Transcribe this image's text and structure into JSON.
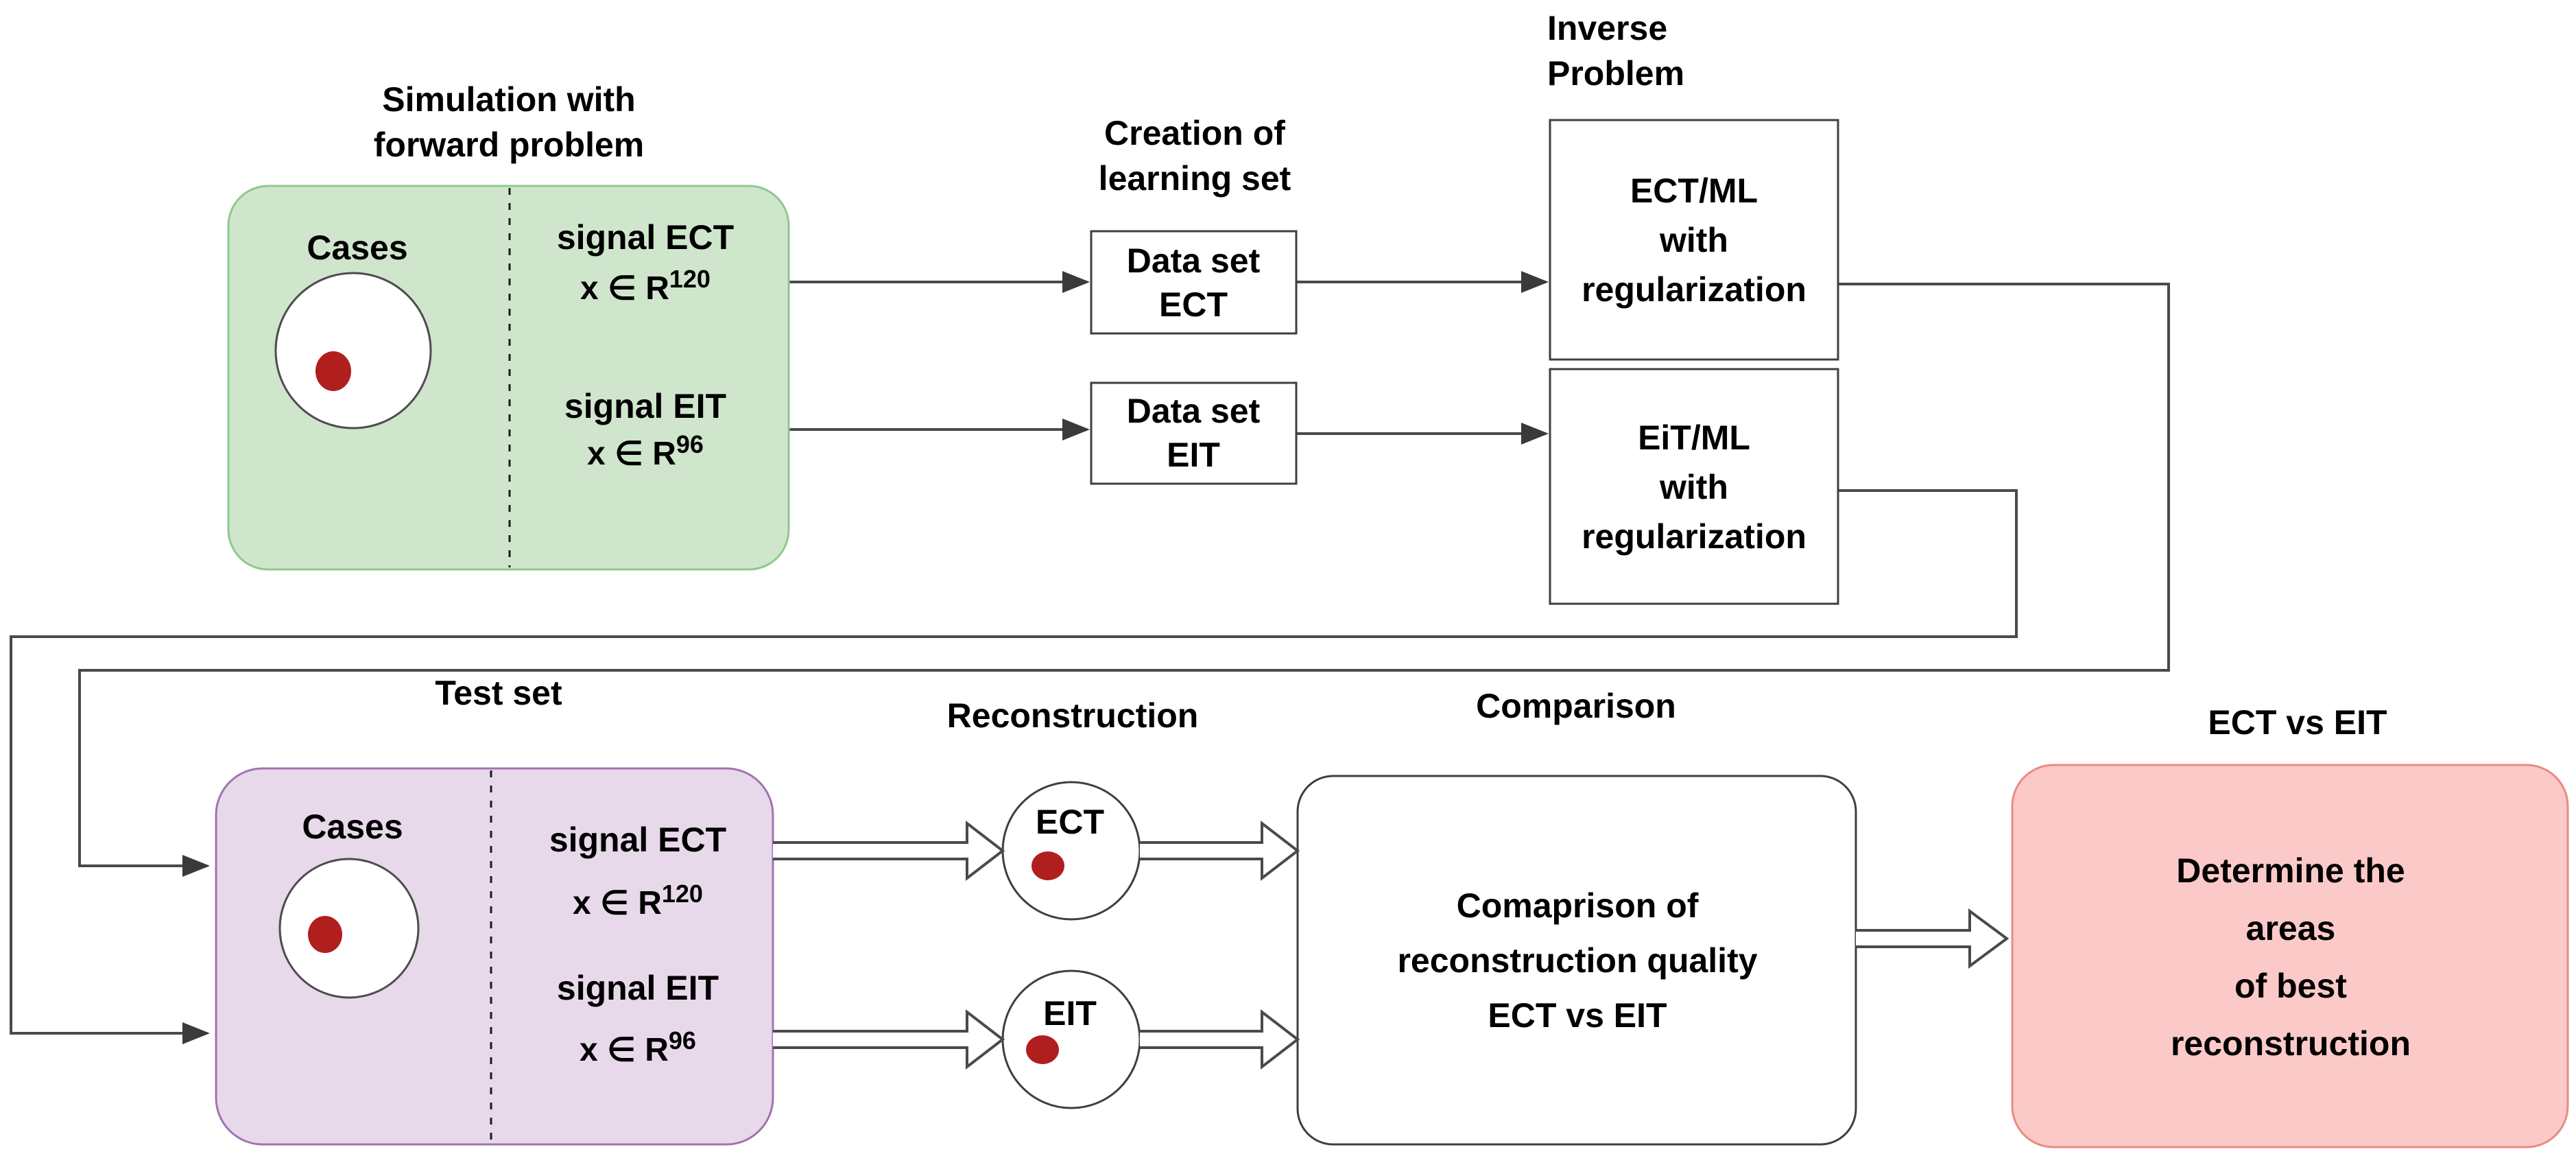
{
  "colors": {
    "green_fill": "#cfe6cc",
    "green_border": "#8fc98b",
    "purple_fill": "#e7d9ea",
    "purple_border": "#a273b0",
    "pink_fill": "#fbcac8",
    "pink_border": "#e98b82",
    "blob_red": "#b01e1e"
  },
  "top": {
    "simulation_title": "Simulation with\nforward problem",
    "creation_title": "Creation of\nlearning set",
    "inverse_title": "Inverse\nProblem",
    "learning_box": {
      "cases": "Cases",
      "signal_ect": "signal ECT",
      "r_base": "x ∈ R",
      "r_ect_exp": "120",
      "signal_eit": "signal EIT",
      "r_eit_exp": "96"
    },
    "dataset_ect": "Data set\nECT",
    "dataset_eit": "Data set\nEIT",
    "ect_ml": "ECT/ML\nwith\nregularization",
    "eit_ml": "EiT/ML\nwith\nregularization"
  },
  "bottom": {
    "test_set_title": "Test set",
    "test_box": {
      "cases": "Cases",
      "signal_ect": "signal ECT",
      "r_base": "x ∈ R",
      "r_ect_exp": "120",
      "signal_eit": "signal EIT",
      "r_eit_exp": "96"
    },
    "reconstruction_title": "Reconstruction",
    "ect_circle": "ECT",
    "eit_circle": "EIT",
    "comparison_title": "Comparison",
    "comparison_box": "Comaprison of\nreconstruction quality\nECT vs EIT",
    "ect_vs_eit_title": "ECT vs EIT",
    "result_box": "Determine the areas\nof best reconstruction"
  }
}
